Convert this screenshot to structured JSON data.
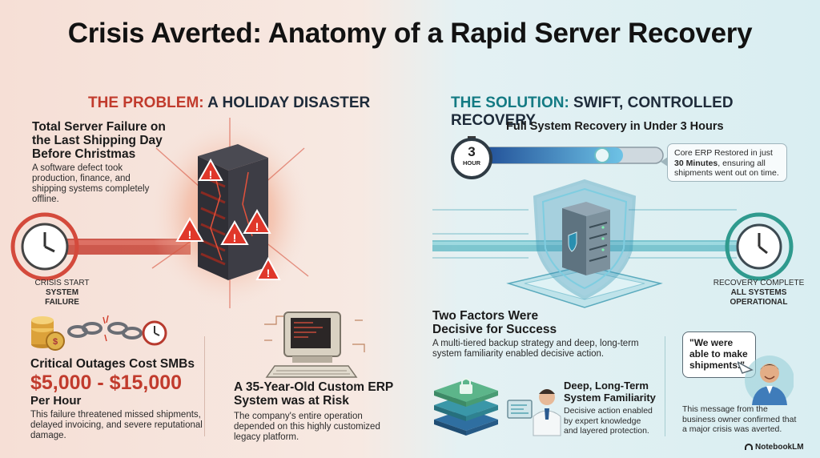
{
  "title": "Crisis Averted: Anatomy of a Rapid Server Recovery",
  "problem": {
    "label_prefix": "THE PROBLEM:",
    "label_rest": " A HOLIDAY DISASTER",
    "failure_heading": "Total Server Failure on the Last Shipping Day Before Christmas",
    "failure_body": "A software defect took production, finance, and shipping systems completely offline.",
    "crisis_start_line1": "CRISIS START",
    "crisis_start_line2": "SYSTEM",
    "crisis_start_line3": "FAILURE",
    "cost_heading": "Critical Outages Cost SMBs",
    "cost_range": "$5,000 - $15,000",
    "cost_unit": "Per Hour",
    "cost_body": "This failure threatened missed shipments, delayed invoicing, and severe reputational damage.",
    "erp_heading": "A 35-Year-Old Custom ERP System was at Risk",
    "erp_body": "The company's entire operation depended on this highly customized legacy platform."
  },
  "solution": {
    "label_prefix": "THE SOLUTION:",
    "label_rest": " SWIFT, CONTROLLED RECOVERY",
    "recovery_heading": "Full System Recovery in Under 3 Hours",
    "timer_number": "3",
    "timer_unit": "HOUR",
    "callout_line1": "Core ERP Restored in just",
    "callout_bold": "30 Minutes",
    "callout_rest": ", ensuring all shipments went out on time.",
    "recovery_complete_line1": "RECOVERY COMPLETE",
    "recovery_complete_line2": "ALL SYSTEMS",
    "recovery_complete_line3": "OPERATIONAL",
    "factors_heading": "Two Factors Were Decisive for Success",
    "factors_body": "A multi-tiered backup strategy and deep, long-term system familiarity enabled decisive action.",
    "familiarity_heading": "Deep, Long-Term System Familiarity",
    "familiarity_body": "Decisive action enabled by expert knowledge and layered protection.",
    "quote": "\"We were able to make shipments.\"",
    "quote_body": "This message from the business owner confirmed that a major crisis was averted."
  },
  "brand": "NotebookLM",
  "colors": {
    "problem": "#c13b2d",
    "solution": "#137a83",
    "alert": "#e0372a",
    "shield": "#2a8fb0"
  }
}
